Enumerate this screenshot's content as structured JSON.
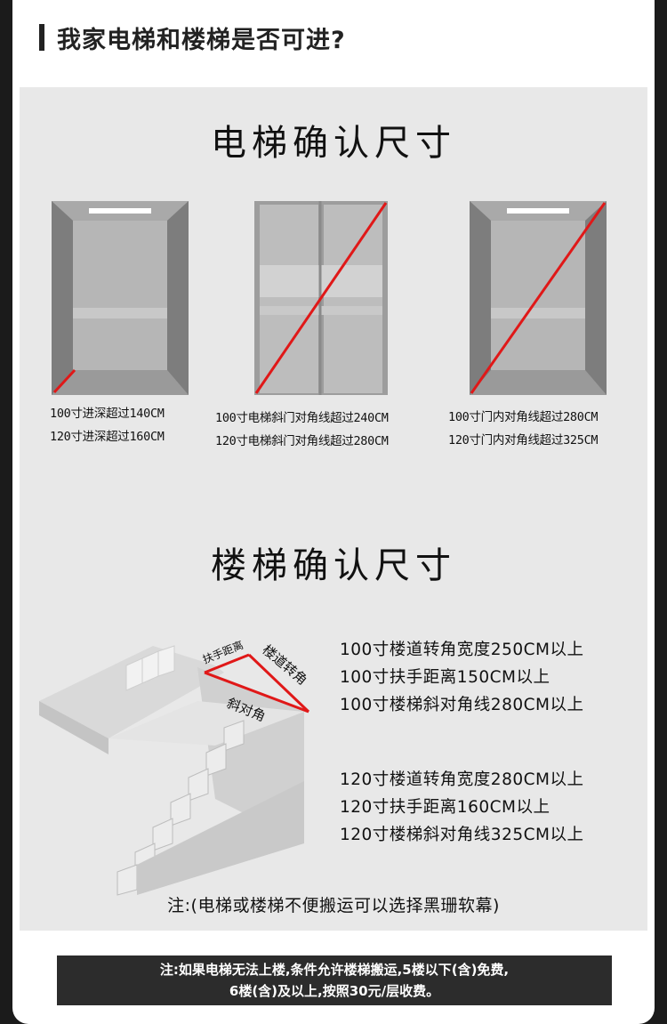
{
  "header": {
    "title": "我家电梯和楼梯是否可进?"
  },
  "elevator_section": {
    "title": "电梯确认尺寸",
    "items": [
      {
        "lines": [
          "100寸进深超过140CM",
          "120寸进深超过160CM"
        ]
      },
      {
        "lines": [
          "100寸电梯斜门对角线超过240CM",
          "120寸电梯斜门对角线超过280CM"
        ]
      },
      {
        "lines": [
          "100寸门内对角线超过280CM",
          "120寸门内对角线超过325CM"
        ]
      }
    ]
  },
  "stairs_section": {
    "title": "楼梯确认尺寸",
    "labels": {
      "handrail": "扶手距离",
      "corridor_turn": "楼道转角",
      "diagonal": "斜对角"
    },
    "specs_100": [
      "100寸楼道转角宽度250CM以上",
      "100寸扶手距离150CM以上",
      "100寸楼梯斜对角线280CM以上"
    ],
    "specs_120": [
      "120寸楼道转角宽度280CM以上",
      "120寸扶手距离160CM以上",
      "120寸楼梯斜对角线325CM以上"
    ]
  },
  "note": "注:(电梯或楼梯不便搬运可以选择黑珊软幕)",
  "footer": {
    "line1": "注:如果电梯无法上楼,条件允许楼梯搬运,5楼以下(含)免费,",
    "line2": "6楼(含)及以上,按照30元/层收费。"
  },
  "colors": {
    "accent": "#e01818",
    "panel": "#e8e8e8",
    "footer": "#2c2c2c"
  }
}
